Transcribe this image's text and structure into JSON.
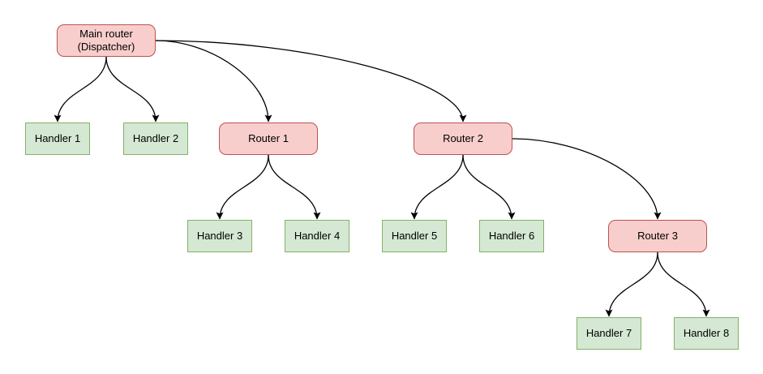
{
  "diagram": {
    "type": "tree",
    "nodes": [
      {
        "id": "main",
        "label": "Main router\n(Dispatcher)",
        "type": "router"
      },
      {
        "id": "handler1",
        "label": "Handler 1",
        "type": "handler"
      },
      {
        "id": "handler2",
        "label": "Handler 2",
        "type": "handler"
      },
      {
        "id": "router1",
        "label": "Router 1",
        "type": "router"
      },
      {
        "id": "router2",
        "label": "Router 2",
        "type": "router"
      },
      {
        "id": "handler3",
        "label": "Handler 3",
        "type": "handler"
      },
      {
        "id": "handler4",
        "label": "Handler 4",
        "type": "handler"
      },
      {
        "id": "handler5",
        "label": "Handler 5",
        "type": "handler"
      },
      {
        "id": "handler6",
        "label": "Handler 6",
        "type": "handler"
      },
      {
        "id": "router3",
        "label": "Router 3",
        "type": "router"
      },
      {
        "id": "handler7",
        "label": "Handler 7",
        "type": "handler"
      },
      {
        "id": "handler8",
        "label": "Handler 8",
        "type": "handler"
      }
    ],
    "edges": [
      {
        "from": "main",
        "to": "handler1",
        "exit": "bottom"
      },
      {
        "from": "main",
        "to": "handler2",
        "exit": "bottom"
      },
      {
        "from": "main",
        "to": "router1",
        "exit": "right"
      },
      {
        "from": "main",
        "to": "router2",
        "exit": "right"
      },
      {
        "from": "router1",
        "to": "handler3",
        "exit": "bottom"
      },
      {
        "from": "router1",
        "to": "handler4",
        "exit": "bottom"
      },
      {
        "from": "router2",
        "to": "handler5",
        "exit": "bottom"
      },
      {
        "from": "router2",
        "to": "handler6",
        "exit": "bottom"
      },
      {
        "from": "router2",
        "to": "router3",
        "exit": "right"
      },
      {
        "from": "router3",
        "to": "handler7",
        "exit": "bottom"
      },
      {
        "from": "router3",
        "to": "handler8",
        "exit": "bottom"
      }
    ]
  },
  "colors": {
    "router-fill": "#f8cecc",
    "router-border": "#b85450",
    "handler-fill": "#d5e8d4",
    "handler-border": "#82b366",
    "edge-color": "#000000",
    "background": "#ffffff"
  }
}
